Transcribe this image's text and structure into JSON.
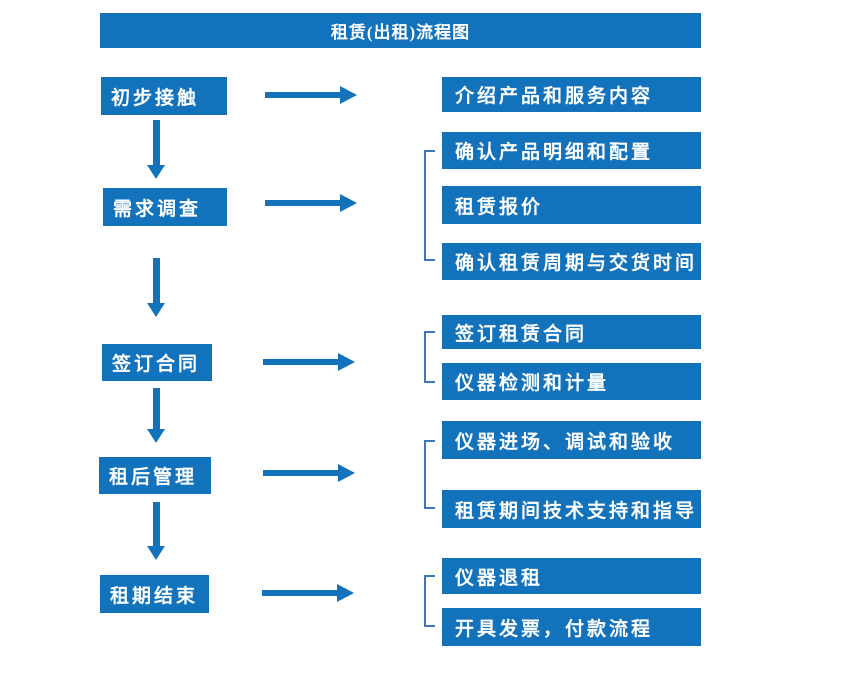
{
  "title": "租赁(出租)流程图",
  "colors": {
    "accent": "#1272BC",
    "bracket_line": "#3E76B9",
    "box_text": "#FFFFFF",
    "background": "#FFFFFF"
  },
  "steps": [
    {
      "label": "初步接触",
      "outputs": [
        "介绍产品和服务内容"
      ]
    },
    {
      "label": "需求调查",
      "outputs": [
        "确认产品明细和配置",
        "租赁报价",
        "确认租赁周期与交货时间"
      ]
    },
    {
      "label": "签订合同",
      "outputs": [
        "签订租赁合同",
        "仪器检测和计量"
      ]
    },
    {
      "label": "租后管理",
      "outputs": [
        "仪器进场、调试和验收",
        "租赁期间技术支持和指导"
      ]
    },
    {
      "label": "租期结束",
      "outputs": [
        "仪器退租",
        "开具发票，付款流程"
      ]
    }
  ]
}
